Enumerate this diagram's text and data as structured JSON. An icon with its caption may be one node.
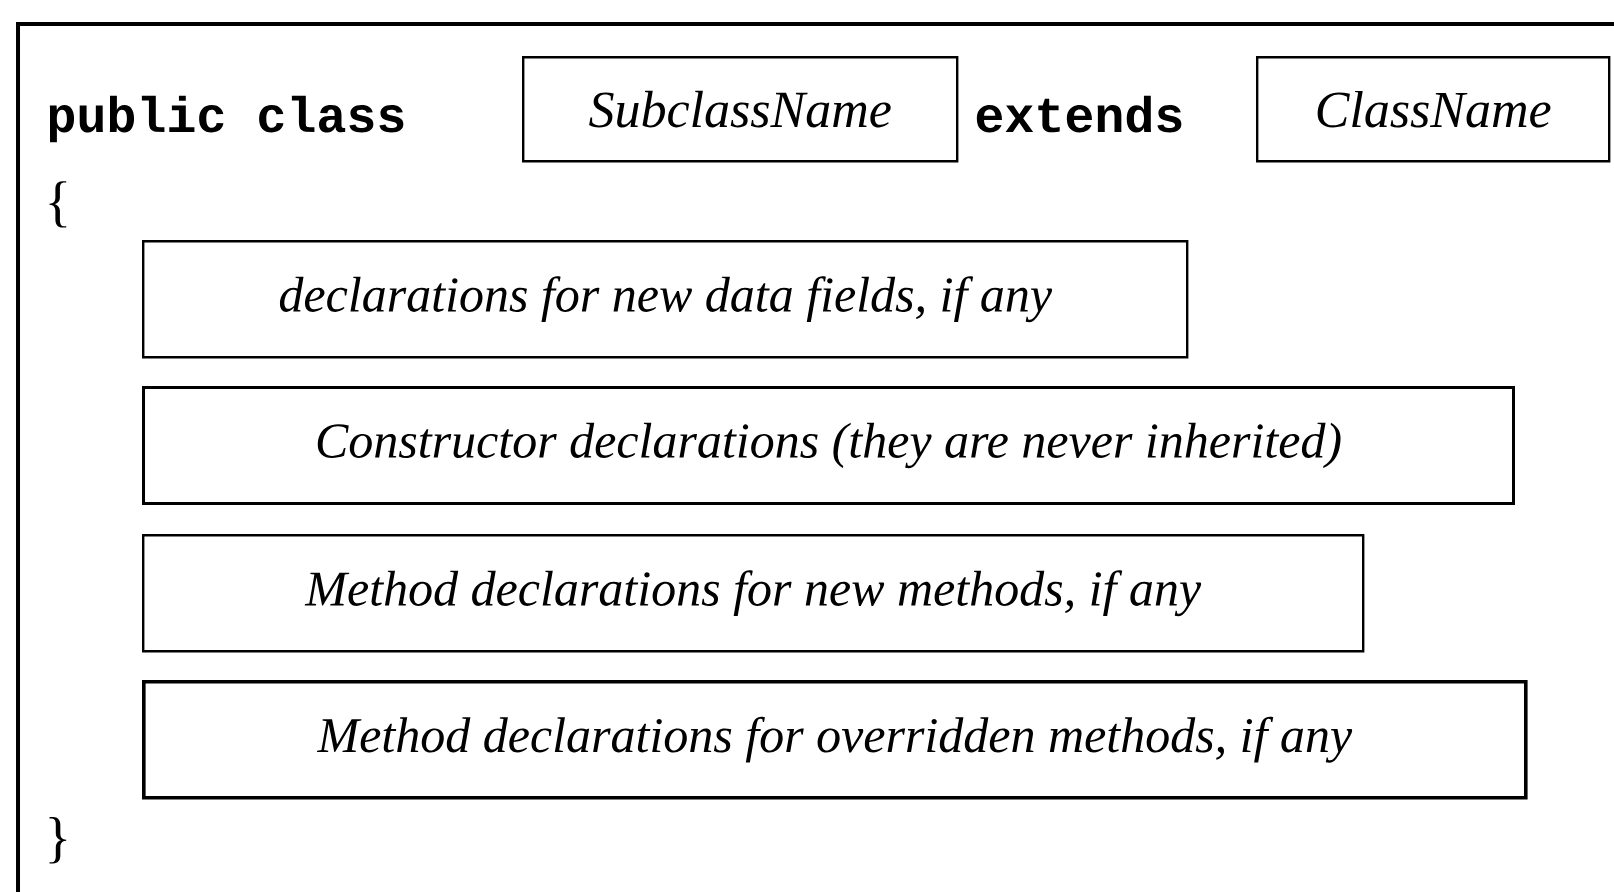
{
  "diagram": {
    "nodes": [
      {
        "text": [
          "SubclassName"
        ]
      },
      {
        "text": [
          "ClassName"
        ]
      },
      {
        "text": [
          "declarations for new data fields, if any"
        ]
      },
      {
        "text": [
          "Constructor declarations (they are never inherited)"
        ]
      },
      {
        "text": [
          "Method declarations for new methods, if any"
        ]
      },
      {
        "text": [
          "Method declarations for overridden methods, if any"
        ]
      }
    ],
    "labels": [
      "public class",
      "extends",
      "{",
      "}"
    ]
  }
}
